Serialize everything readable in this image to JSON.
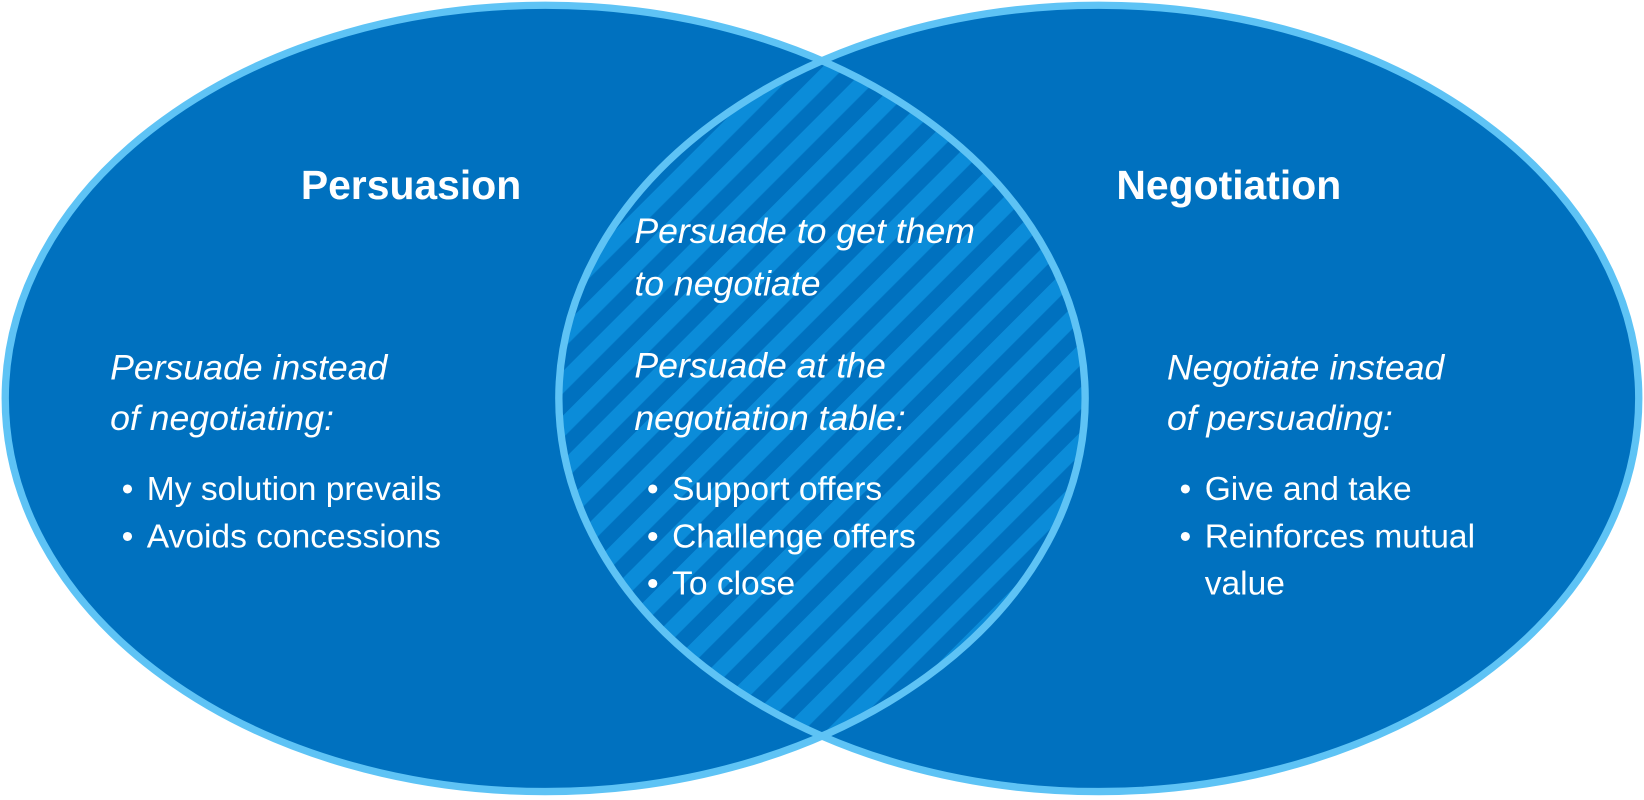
{
  "colors": {
    "fill": "#0071bf",
    "stroke": "#5ec3f5",
    "stripe": "#0b8cd9"
  },
  "left": {
    "title": "Persuasion",
    "subtitle_lines": [
      "Persuade instead",
      "of negotiating:"
    ],
    "bullets": [
      "My solution prevails",
      "Avoids concessions"
    ]
  },
  "middle": {
    "intro_lines": [
      "Persuade to get them",
      "to negotiate"
    ],
    "subtitle_lines": [
      "Persuade at the",
      "negotiation table:"
    ],
    "bullets": [
      "Support offers",
      "Challenge offers",
      "To close"
    ]
  },
  "right": {
    "title": "Negotiation",
    "subtitle_lines": [
      "Negotiate instead",
      "of persuading:"
    ],
    "bullets": [
      "Give and take",
      "Reinforces mutual"
    ],
    "bullet_continuation": "value"
  },
  "bullet_char": "•"
}
